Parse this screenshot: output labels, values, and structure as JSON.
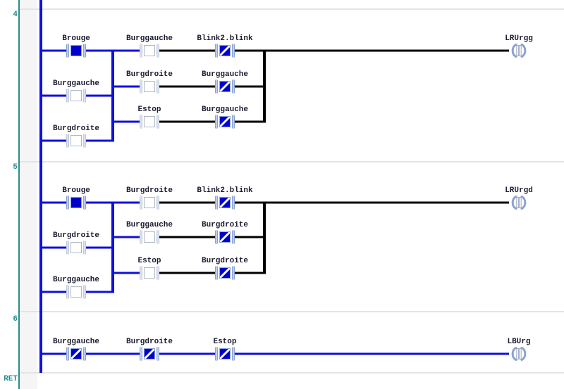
{
  "palette": {
    "powered": "#0f0fdf",
    "unpowered": "#000000",
    "rail": "#0f0fdf",
    "teal": "#2a8c8c",
    "gutter": "#f5f5f5",
    "separator": "#e4e4e4",
    "label": "#1c1c30",
    "bar_active": "#8aa2d2",
    "bar_inactive": "#c2cbd8",
    "center_border": "#b0b9c6",
    "fill": "#0000cd",
    "coil_stroke": "#8aa2d2"
  },
  "sidebar": {
    "ret_label": "RET"
  },
  "rungs": [
    {
      "number": "4",
      "coil_label": "LRUrgg",
      "left_branch": [
        {
          "label": "Brouge",
          "type": "filled"
        },
        {
          "label": "Burggauche",
          "type": "open"
        },
        {
          "label": "Burgdroite",
          "type": "open"
        }
      ],
      "mid_column": [
        {
          "label": "Burggauche",
          "type": "open"
        },
        {
          "label": "Burgdroite",
          "type": "open"
        },
        {
          "label": "Estop",
          "type": "open"
        }
      ],
      "right_column": [
        {
          "label": "Blink2.blink",
          "type": "negated"
        },
        {
          "label": "Burggauche",
          "type": "negated"
        },
        {
          "label": "Burggauche",
          "type": "negated"
        }
      ]
    },
    {
      "number": "5",
      "coil_label": "LRUrgd",
      "left_branch": [
        {
          "label": "Brouge",
          "type": "filled"
        },
        {
          "label": "Burgdroite",
          "type": "open"
        },
        {
          "label": "Burggauche",
          "type": "open"
        }
      ],
      "mid_column": [
        {
          "label": "Burgdroite",
          "type": "open"
        },
        {
          "label": "Burggauche",
          "type": "open"
        },
        {
          "label": "Estop",
          "type": "open"
        }
      ],
      "right_column": [
        {
          "label": "Blink2.blink",
          "type": "negated"
        },
        {
          "label": "Burgdroite",
          "type": "negated"
        },
        {
          "label": "Burgdroite",
          "type": "negated"
        }
      ]
    },
    {
      "number": "6",
      "coil_label": "LBUrg",
      "series": [
        {
          "label": "Burggauche",
          "type": "negated"
        },
        {
          "label": "Burgdroite",
          "type": "negated"
        },
        {
          "label": "Estop",
          "type": "negated"
        }
      ]
    }
  ]
}
